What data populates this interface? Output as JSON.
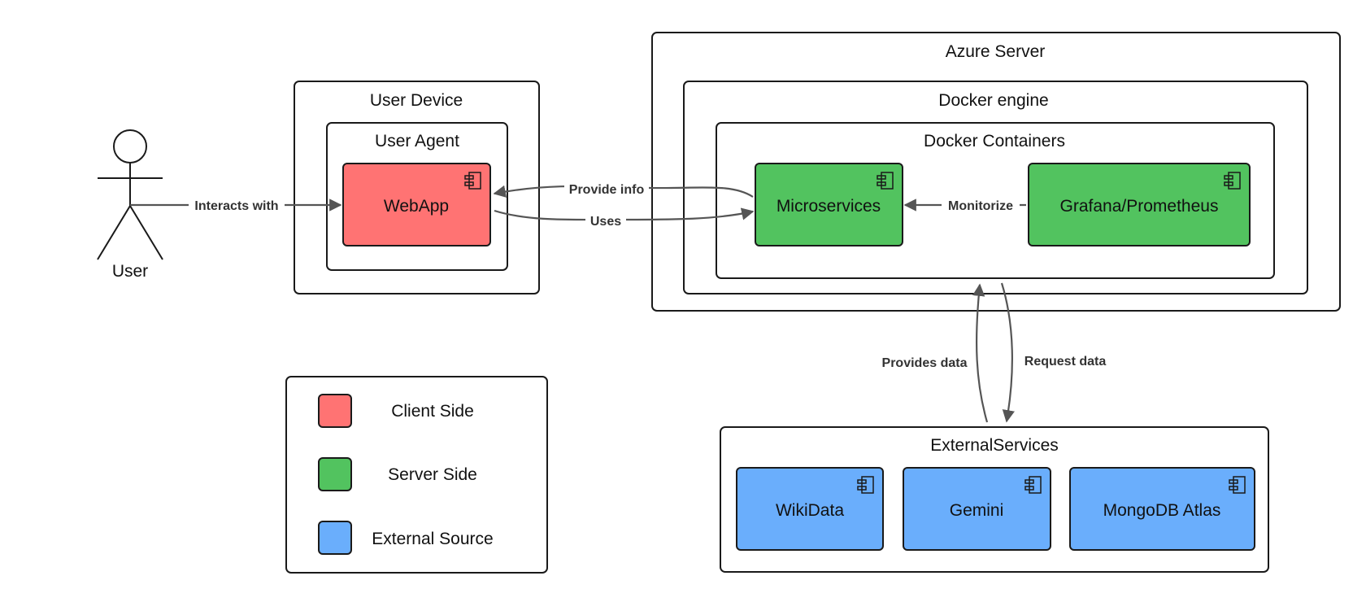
{
  "actor": {
    "label": "User"
  },
  "containers": {
    "user_device": "User Device",
    "user_agent": "User Agent",
    "azure_server": "Azure Server",
    "docker_engine": "Docker engine",
    "docker_containers": "Docker Containers",
    "external_services": "ExternalServices"
  },
  "components": {
    "webapp": "WebApp",
    "microservices": "Microservices",
    "grafana": "Grafana/Prometheus",
    "wikidata": "WikiData",
    "gemini": "Gemini",
    "mongodb": "MongoDB Atlas"
  },
  "edges": {
    "interacts_with": "Interacts with",
    "provide_info": "Provide info",
    "uses": "Uses",
    "monitorize": "Monitorize",
    "provides_data": "Provides data",
    "request_data": "Request data"
  },
  "legend": {
    "client": {
      "label": "Client Side",
      "color": "#ff7373"
    },
    "server": {
      "label": "Server Side",
      "color": "#52c35f"
    },
    "external": {
      "label": "External Source",
      "color": "#6aaefc"
    }
  },
  "colors": {
    "client": "#ff7373",
    "server": "#52c35f",
    "external": "#6aaefc",
    "edge": "#555555"
  },
  "icon_name": "component-icon"
}
